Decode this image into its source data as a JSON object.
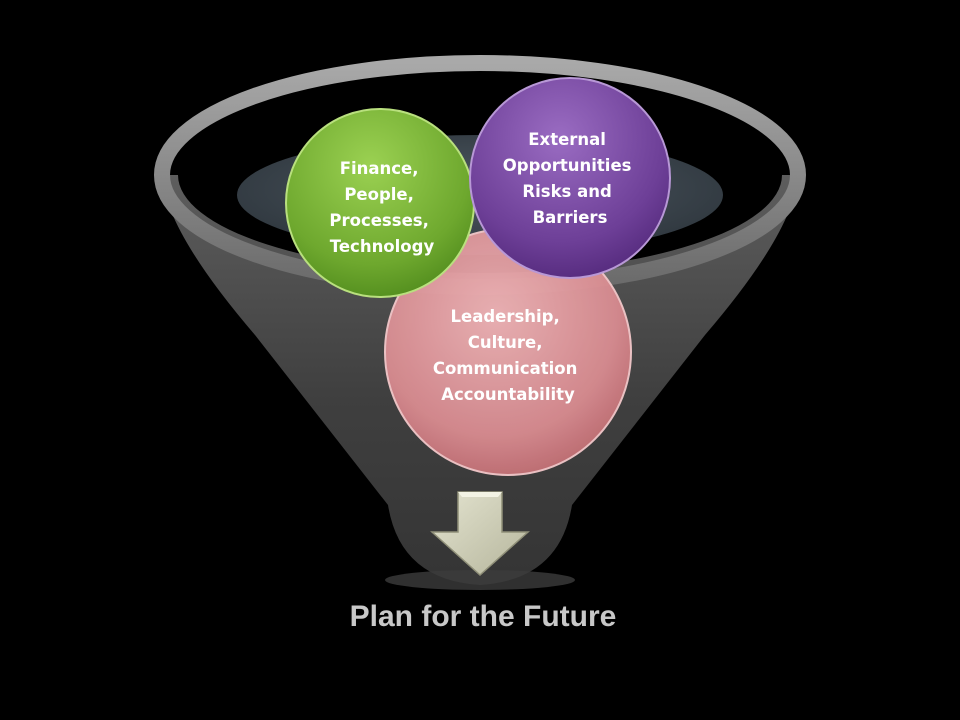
{
  "circles": {
    "leadership": {
      "lines": [
        "Leadership,",
        "Culture,",
        "Communication",
        "Accountability"
      ],
      "color": "#e9a8ac"
    },
    "finance": {
      "lines": [
        "Finance,",
        "People,",
        "Processes,",
        "Technology"
      ],
      "color": "#7bb63a"
    },
    "external": {
      "lines": [
        "External",
        "Opportunities",
        "Risks and",
        "Barriers"
      ],
      "color": "#7a4aa2"
    }
  },
  "arrow": {
    "icon": "down-arrow-icon",
    "color": "#cfcfb8"
  },
  "footer": {
    "label": "Plan for the Future",
    "color": "#c8c8c8"
  },
  "colors": {
    "background": "#000000",
    "funnel": "#8a8a8a"
  }
}
